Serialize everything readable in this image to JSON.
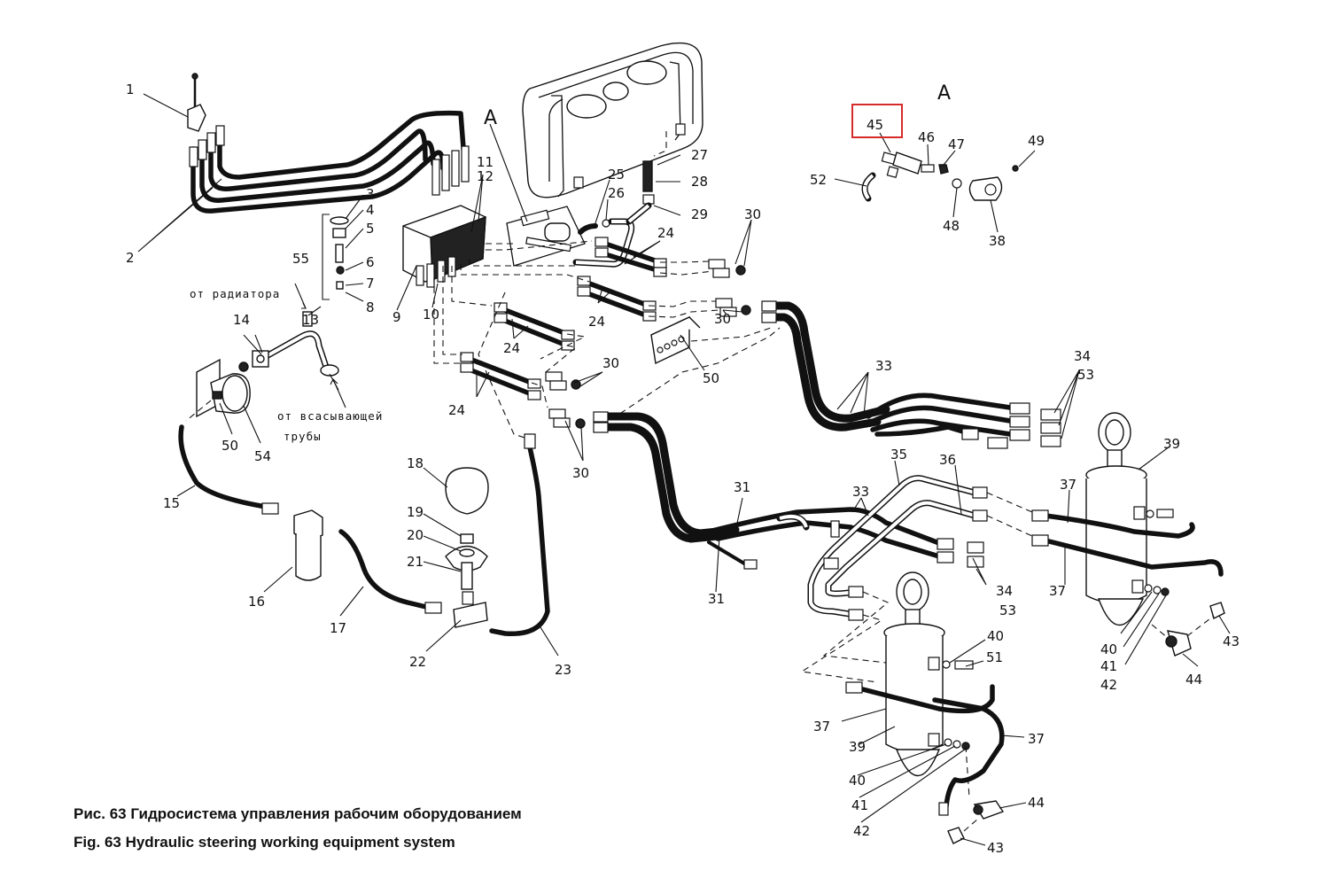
{
  "figure": {
    "caption_ru": "Рис. 63 Гидросистема управления рабочим оборудованием",
    "caption_en": "Fig. 63  Hydraulic steering working equipment system",
    "highlight_color": "#d62b2b",
    "highlighted_part": "45"
  },
  "notes": {
    "from_radiator": "от радиатора",
    "from_suction_1": "от всасывающей",
    "from_suction_2": "трубы"
  },
  "views": {
    "detail_ref": "A",
    "detail_title": "A"
  },
  "labels": {
    "p1": "1",
    "p2": "2",
    "p3": "3",
    "p4": "4",
    "p5": "5",
    "p6": "6",
    "p7": "7",
    "p8": "8",
    "p9": "9",
    "p10": "10",
    "p11": "11",
    "p12": "12",
    "p13": "13",
    "p14": "14",
    "p15": "15",
    "p16": "16",
    "p17": "17",
    "p18": "18",
    "p19": "19",
    "p20": "20",
    "p21": "21",
    "p22": "22",
    "p23": "23",
    "p24": "24",
    "p25": "25",
    "p26": "26",
    "p27": "27",
    "p28": "28",
    "p29": "29",
    "p30": "30",
    "p31": "31",
    "p33": "33",
    "p34": "34",
    "p35": "35",
    "p36": "36",
    "p37": "37",
    "p38": "38",
    "p39": "39",
    "p40": "40",
    "p41": "41",
    "p42": "42",
    "p43": "43",
    "p44": "44",
    "p45": "45",
    "p46": "46",
    "p47": "47",
    "p48": "48",
    "p49": "49",
    "p50": "50",
    "p51": "51",
    "p52": "52",
    "p53": "53",
    "p54": "54",
    "p55": "55"
  }
}
